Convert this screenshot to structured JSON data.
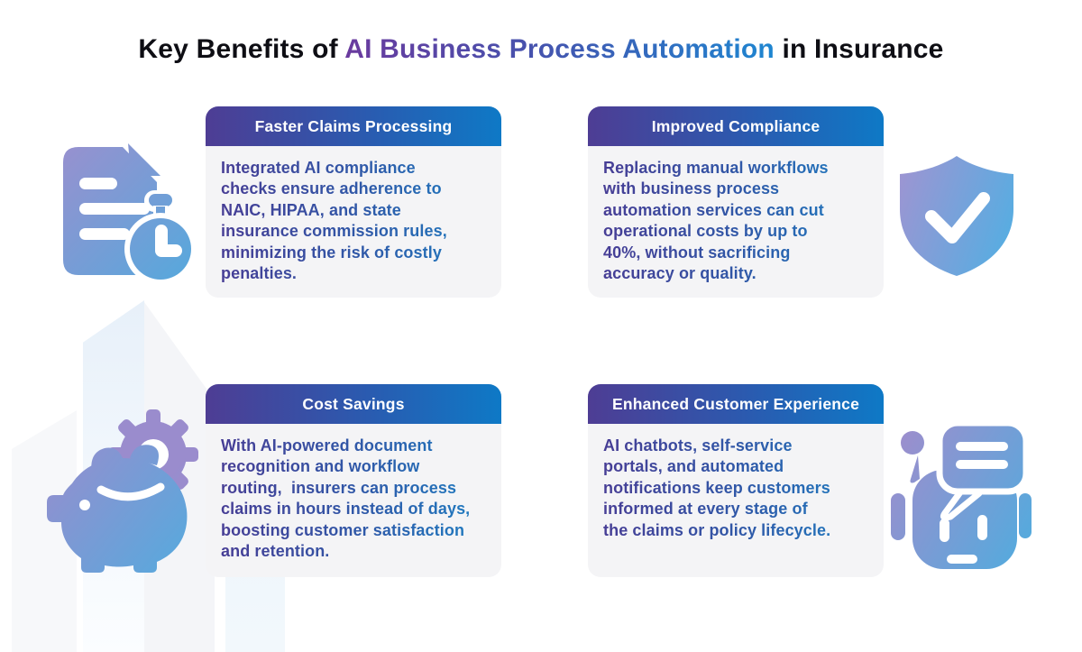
{
  "title": {
    "prefix": "Key Benefits of ",
    "highlight": "AI Business Process Automation",
    "suffix": " in Insurance"
  },
  "cards": [
    {
      "header": "Faster Claims Processing",
      "icon": "document-stopwatch-icon",
      "body": "Integrated AI compliance\nchecks ensure adherence to\nNAIC, HIPAA, and state\ninsurance commission rules,\nminimizing the risk of costly\npenalties."
    },
    {
      "header": "Improved Compliance",
      "icon": "shield-check-icon",
      "body": "Replacing manual workflows\nwith business process\nautomation services can cut\noperational costs by up to\n40%, without sacrificing\naccuracy or quality."
    },
    {
      "header": "Cost Savings",
      "icon": "piggy-bank-gear-icon",
      "body": "With AI-powered document\nrecognition and workflow\nrouting,  insurers can process\nclaims in hours instead of days,\nboosting customer satisfaction\nand retention."
    },
    {
      "header": "Enhanced Customer Experience",
      "icon": "chatbot-icon",
      "body": "AI chatbots, self-service\nportals, and automated\nnotifications keep customers\ninformed at every stage of\nthe claims or policy lifecycle."
    }
  ],
  "colors": {
    "header_gradient_start": "#4e3d94",
    "header_gradient_end": "#0e79c6",
    "body_text_gradient_start": "#493a93",
    "body_text_gradient_end": "#1c82c5",
    "title_highlight_start": "#6a3a9e",
    "title_highlight_end": "#1e86d1",
    "icon_gradient_start": "#9c8fce",
    "icon_gradient_end": "#57a8dc",
    "card_background": "#f4f4f6",
    "page_background": "#ffffff"
  }
}
